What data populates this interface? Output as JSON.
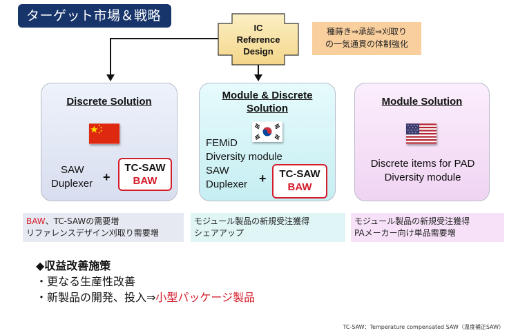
{
  "header": {
    "title": "ターゲット市場＆戦略"
  },
  "ic_reference": {
    "line1": "IC",
    "line2": "Reference",
    "line3": "Design"
  },
  "note": {
    "line1": "種蒔き⇒承認⇒刈取り",
    "line2": "の一気通貫の体制強化"
  },
  "cards": [
    {
      "title": "Discrete Solution",
      "flag_icon": "china-flag-icon",
      "lines": [
        "SAW",
        "Duplexer"
      ],
      "plus": "+",
      "box_line1": "TC-SAW",
      "box_line2": "BAW"
    },
    {
      "title_line1": "Module & Discrete",
      "title_line2": "Solution",
      "flag_icon": "south-korea-flag-icon",
      "lines": [
        "FEMiD",
        "Diversity module",
        "SAW",
        "Duplexer"
      ],
      "plus": "+",
      "box_line1": "TC-SAW",
      "box_line2": "BAW"
    },
    {
      "title": "Module Solution",
      "flag_icon": "usa-flag-icon",
      "lines": [
        "Discrete items for PAD",
        "Diversity module"
      ]
    }
  ],
  "strips": [
    {
      "line1_red": "BAW",
      "line1_rest": "、TC-SAWの需要増",
      "line2": "リファレンスデザイン刈取り需要増"
    },
    {
      "line1": "モジュール製品の新規受注獲得",
      "line2": "シェアアップ"
    },
    {
      "line1": "モジュール製品の新規受注獲得",
      "line2": "PAメーカー向け単品需要増"
    }
  ],
  "measures": {
    "heading": "◆収益改善施策",
    "item1": "・更なる生産性改善",
    "item2_prefix": "・新製品の開発、投入⇒",
    "item2_highlight": "小型パッケージ製品"
  },
  "footnote": "TC-SAW：Temperature compensated SAW（温度補正SAW）",
  "colors": {
    "navy": "#17356b",
    "accent_red": "#d41c2a",
    "note_bg": "#f9cf9e"
  }
}
